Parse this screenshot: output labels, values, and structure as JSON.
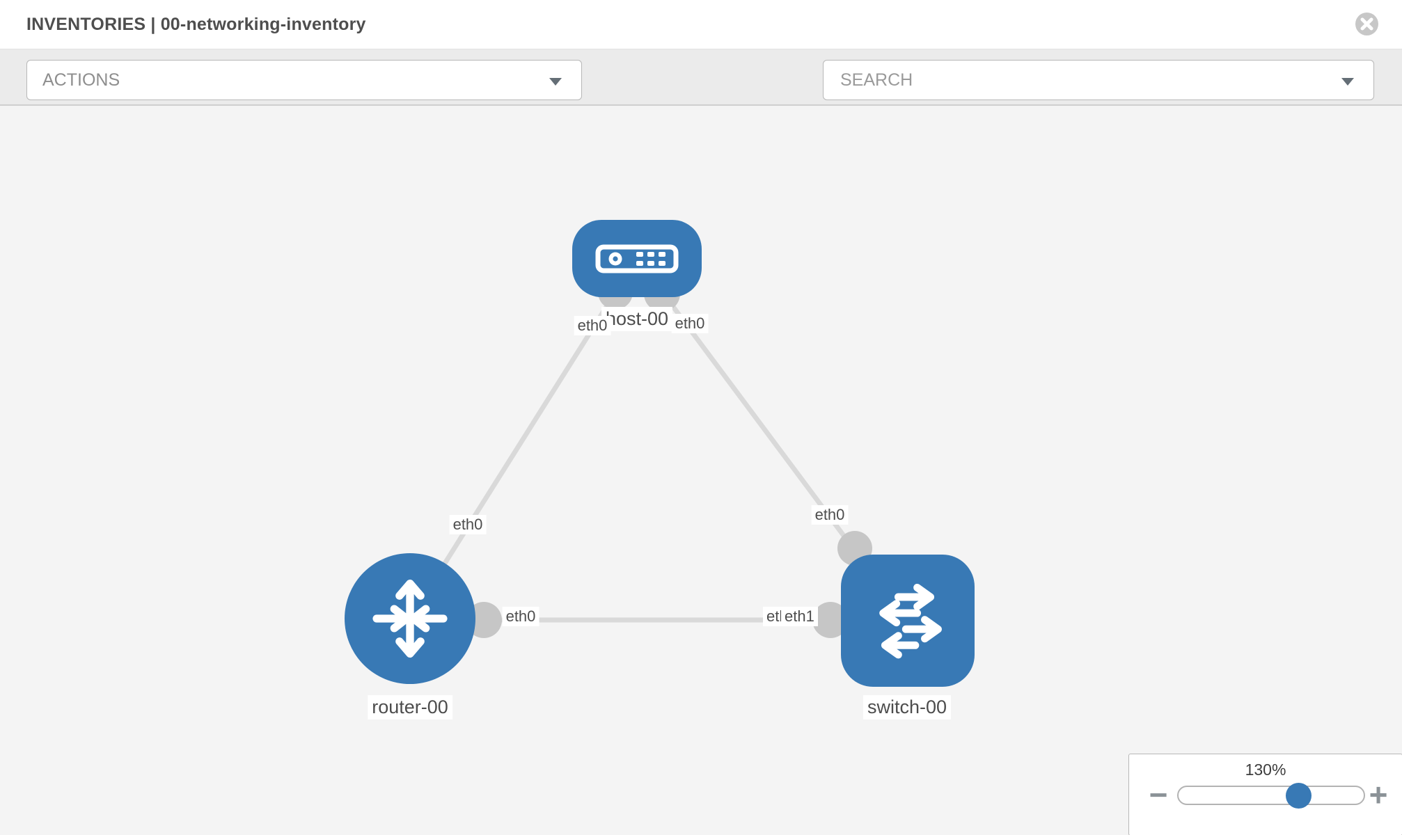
{
  "header": {
    "title": "INVENTORIES | 00-networking-inventory",
    "close_icon": "x-circle-icon"
  },
  "toolbar": {
    "actions_dropdown": {
      "value": "ACTIONS",
      "caret_icon": "chevron-down-icon"
    },
    "tools": [
      {
        "icon": "wrench-icon"
      },
      {
        "icon": "key-icon"
      }
    ],
    "search_dropdown": {
      "placeholder": "SEARCH",
      "caret_icon": "chevron-down-icon"
    }
  },
  "graph": {
    "nodes": [
      {
        "id": "host-00",
        "label": "host-00",
        "type": "host",
        "icon": "server-icon"
      },
      {
        "id": "router-00",
        "label": "router-00",
        "type": "router",
        "icon": "router-arrows-icon"
      },
      {
        "id": "switch-00",
        "label": "switch-00",
        "type": "switch",
        "icon": "switch-arrows-icon"
      }
    ],
    "edges": [
      {
        "from": "host-00",
        "to": "router-00",
        "from_label": "eth0",
        "to_label": "eth0"
      },
      {
        "from": "host-00",
        "to": "switch-00",
        "from_label": "eth0",
        "to_label": "eth0"
      },
      {
        "from": "router-00",
        "to": "switch-00",
        "from_label": "eth0",
        "to_label": "eth1",
        "to_label_under": "eth0"
      }
    ]
  },
  "zoom_control": {
    "level": "130%",
    "percent": 130,
    "minus": "−",
    "plus": "+"
  },
  "colors": {
    "accent_blue": "#3879b5",
    "toolbar_bg": "#ebebeb",
    "canvas_bg": "#f4f4f4",
    "edge_gray": "#d9d9d9",
    "interface_gray": "#c6c6c6",
    "label_text": "#4d4d4d"
  }
}
